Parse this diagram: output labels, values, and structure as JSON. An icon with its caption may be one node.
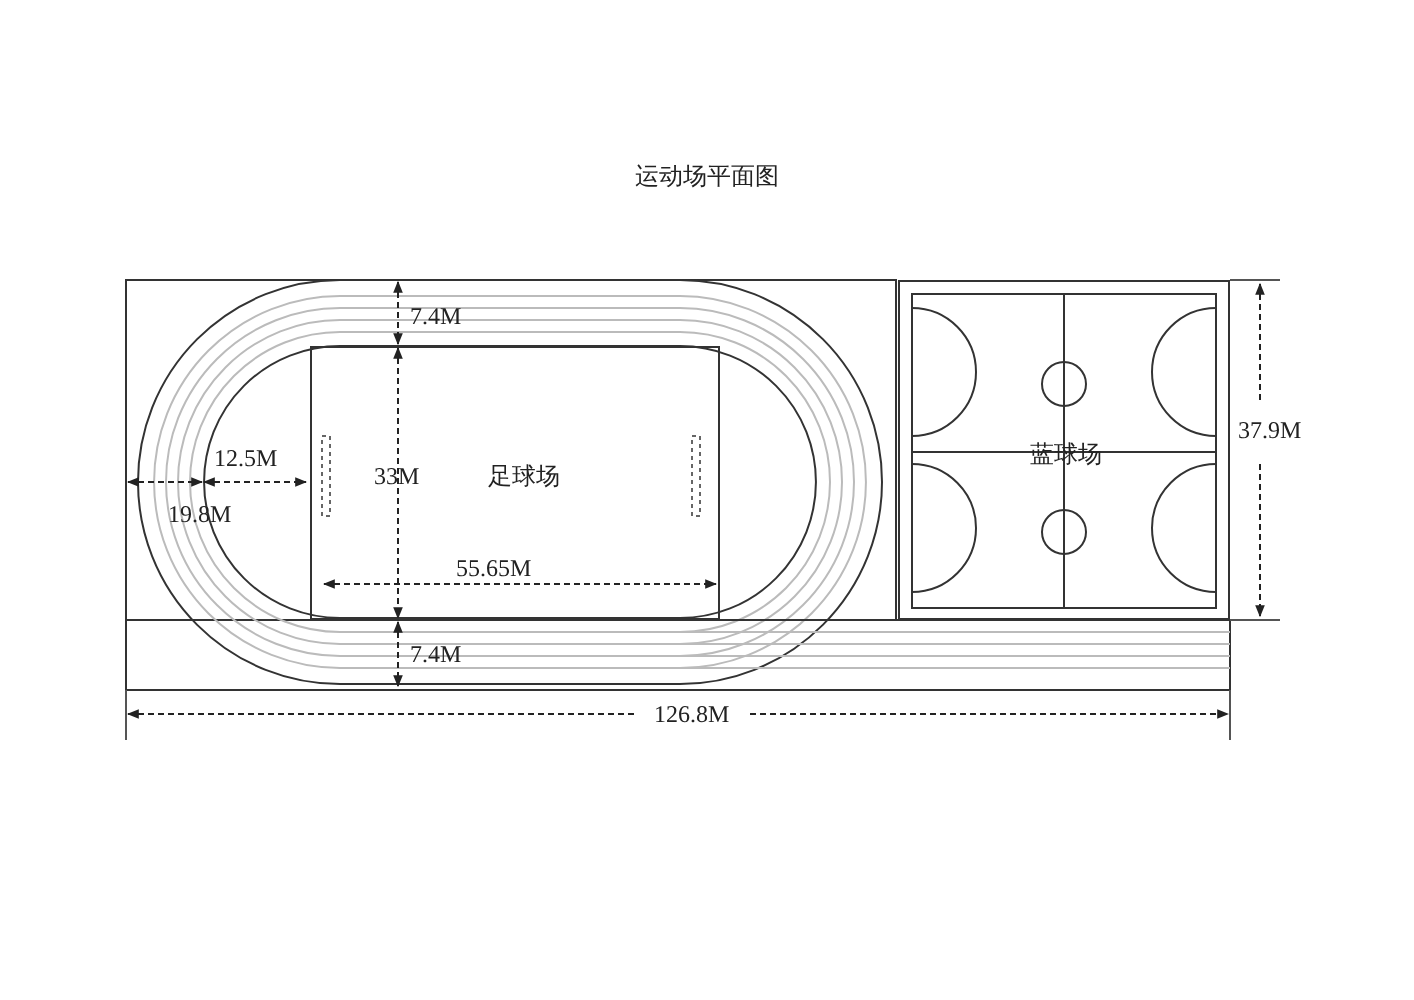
{
  "diagram": {
    "title": "运动场平面图",
    "nodes": [
      {
        "text": [
          "足球场"
        ]
      },
      {
        "text": [
          "蓝球场"
        ]
      }
    ],
    "labels": [
      "7.4M",
      "12.5M",
      "33M",
      "19.8M",
      "55.65M",
      "7.4M",
      "37.9M",
      "126.8M"
    ]
  }
}
